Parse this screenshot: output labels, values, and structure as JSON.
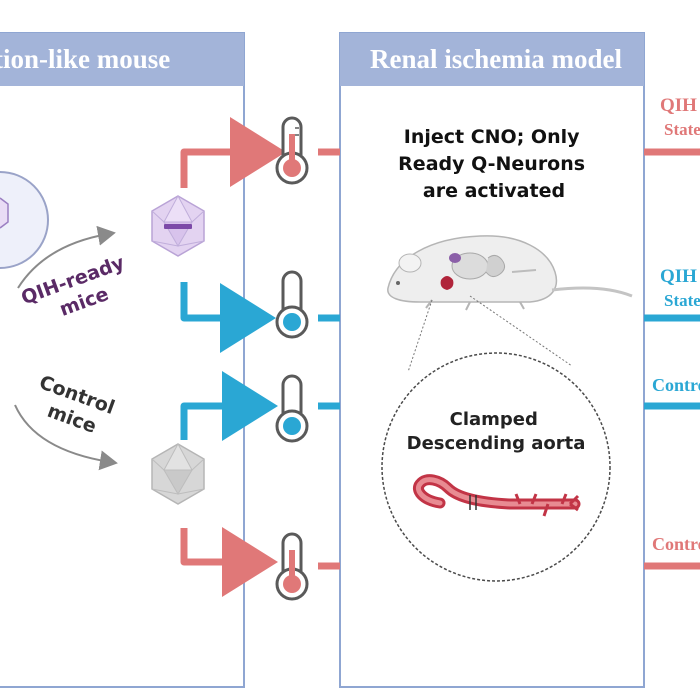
{
  "panels": {
    "left_header": "tion-like mouse",
    "center_header": "Renal ischemia model"
  },
  "groups": {
    "qih_ready": [
      "QIH-ready",
      "mice"
    ],
    "control": [
      "Control",
      "mice"
    ]
  },
  "center_text": {
    "instruction": [
      "Inject CNO; Only",
      "Ready Q-Neurons",
      "are activated"
    ],
    "clamp": [
      "Clamped",
      "Descending aorta"
    ]
  },
  "outcomes": [
    {
      "line1": "QIH",
      "line2": "State",
      "color": "#e07878"
    },
    {
      "line1": "QIH",
      "line2": "State",
      "color": "#2aa7d4"
    },
    {
      "line1": "Contro",
      "line2": "",
      "color": "#2aa7d4"
    },
    {
      "line1": "Contro",
      "line2": "",
      "color": "#e07878"
    }
  ],
  "colors": {
    "header_bg": "#a3b4d9",
    "panel_border": "#8fa6d2",
    "warm_arrow": "#e07878",
    "cold_arrow": "#2aa7d4",
    "qih_text": "#5a2a66",
    "icosa_qih": "#d9c6ec",
    "icosa_control": "#d7d7d7"
  },
  "icons": [
    "thermometer-high-icon",
    "thermometer-low-icon",
    "icosahedron-virus-icon",
    "mouse-icon",
    "aorta-icon"
  ]
}
